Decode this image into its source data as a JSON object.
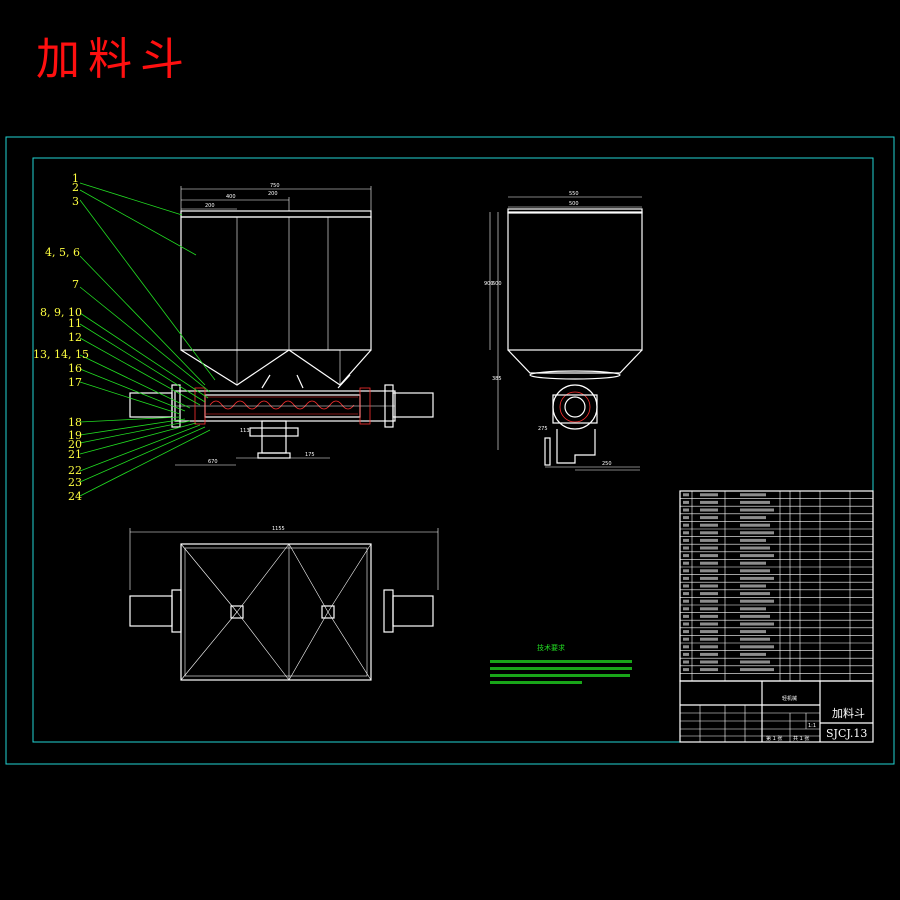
{
  "title": "加料斗",
  "part_labels": [
    "1",
    "2",
    "3",
    "4, 5, 6",
    "7",
    "8, 9, 10",
    "11",
    "12",
    "13, 14, 15",
    "16",
    "17",
    "18",
    "19",
    "20",
    "21",
    "22",
    "23",
    "24"
  ],
  "dims_front": {
    "overall": "750",
    "top1": "400",
    "top2": "200",
    "left": "200",
    "bottom_left": "670",
    "bottom_right": "175",
    "height": "113"
  },
  "dims_side": {
    "top": "550",
    "width": "500",
    "h1": "900",
    "h2": "600",
    "h3": "385",
    "h4": "275",
    "base": "250"
  },
  "dims_plan": {
    "overall": "1155"
  },
  "notes_title": "技术要求",
  "title_block": {
    "drawing_no": "SJCJ.13",
    "name": "加料斗",
    "company": "轻机械",
    "scale": "1:1",
    "sheet": "第 1 张",
    "sheets": "共 1 张"
  },
  "parts_rows": 24,
  "colors": {
    "frame": "#22d3d3",
    "line": "#ffffff",
    "leader": "#22dd22",
    "label": "#ffff40",
    "title": "#ff1010",
    "hatch": "#ff3030"
  }
}
